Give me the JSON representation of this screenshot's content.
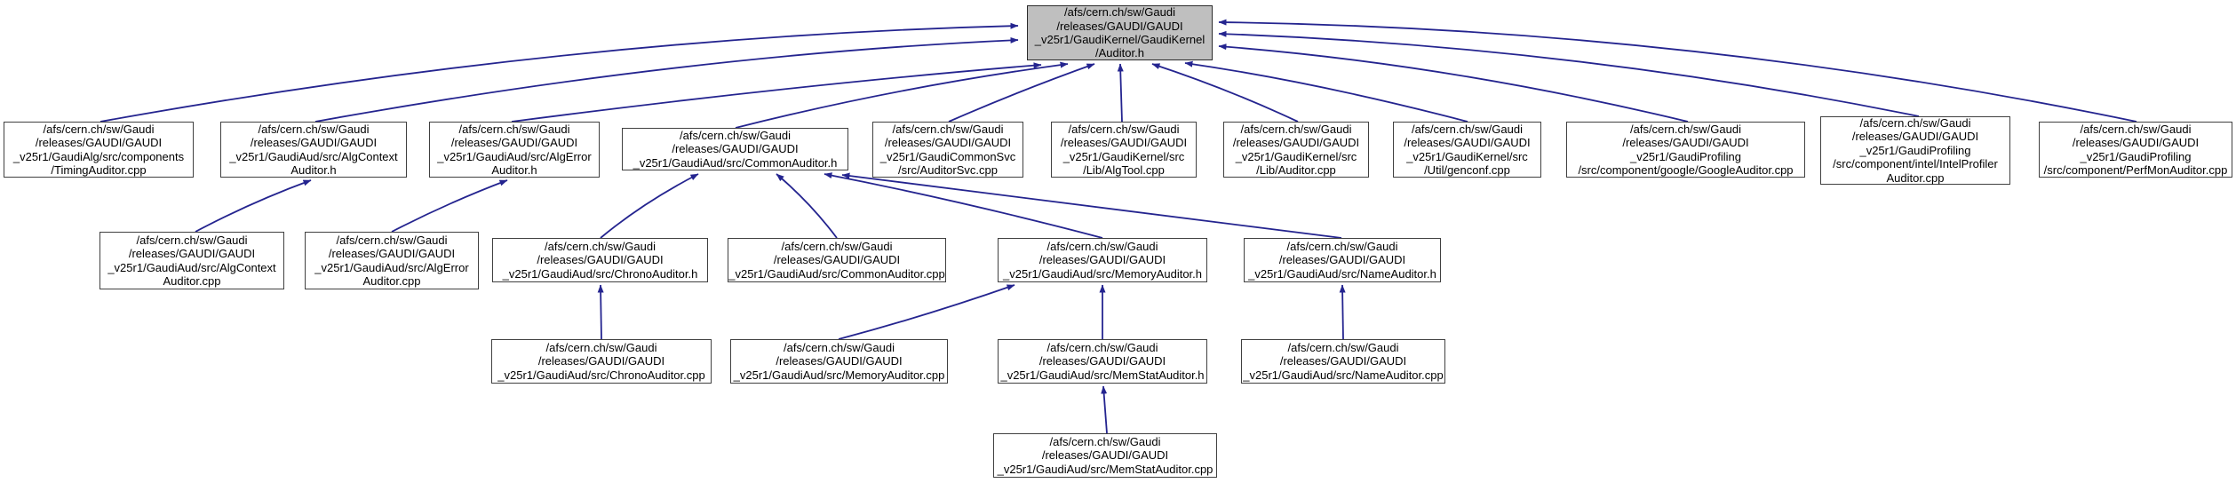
{
  "graph": {
    "type": "include-dependency-graph",
    "edge_color": "#24248f",
    "root_fill": "#bfbfbf",
    "node_fill": "#ffffff",
    "nodes": [
      {
        "id": "auditor-h",
        "label": "/afs/cern.ch/sw/Gaudi\n/releases/GAUDI/GAUDI\n_v25r1/GaudiKernel/GaudiKernel\n/Auditor.h"
      },
      {
        "id": "timing-auditor-cpp",
        "label": "/afs/cern.ch/sw/Gaudi\n/releases/GAUDI/GAUDI\n_v25r1/GaudiAlg/src/components\n/TimingAuditor.cpp"
      },
      {
        "id": "alg-context-auditor-h",
        "label": "/afs/cern.ch/sw/Gaudi\n/releases/GAUDI/GAUDI\n_v25r1/GaudiAud/src/AlgContext\nAuditor.h"
      },
      {
        "id": "alg-error-auditor-h",
        "label": "/afs/cern.ch/sw/Gaudi\n/releases/GAUDI/GAUDI\n_v25r1/GaudiAud/src/AlgError\nAuditor.h"
      },
      {
        "id": "common-auditor-h",
        "label": "/afs/cern.ch/sw/Gaudi\n/releases/GAUDI/GAUDI\n_v25r1/GaudiAud/src/CommonAuditor.h"
      },
      {
        "id": "auditor-svc-cpp",
        "label": "/afs/cern.ch/sw/Gaudi\n/releases/GAUDI/GAUDI\n_v25r1/GaudiCommonSvc\n/src/AuditorSvc.cpp"
      },
      {
        "id": "alg-tool-cpp",
        "label": "/afs/cern.ch/sw/Gaudi\n/releases/GAUDI/GAUDI\n_v25r1/GaudiKernel/src\n/Lib/AlgTool.cpp"
      },
      {
        "id": "auditor-cpp",
        "label": "/afs/cern.ch/sw/Gaudi\n/releases/GAUDI/GAUDI\n_v25r1/GaudiKernel/src\n/Lib/Auditor.cpp"
      },
      {
        "id": "genconf-cpp",
        "label": "/afs/cern.ch/sw/Gaudi\n/releases/GAUDI/GAUDI\n_v25r1/GaudiKernel/src\n/Util/genconf.cpp"
      },
      {
        "id": "google-auditor-cpp",
        "label": "/afs/cern.ch/sw/Gaudi\n/releases/GAUDI/GAUDI\n_v25r1/GaudiProfiling\n/src/component/google/GoogleAuditor.cpp"
      },
      {
        "id": "intel-profiler-auditor-cpp",
        "label": "/afs/cern.ch/sw/Gaudi\n/releases/GAUDI/GAUDI\n_v25r1/GaudiProfiling\n/src/component/intel/IntelProfiler\nAuditor.cpp"
      },
      {
        "id": "perf-mon-auditor-cpp",
        "label": "/afs/cern.ch/sw/Gaudi\n/releases/GAUDI/GAUDI\n_v25r1/GaudiProfiling\n/src/component/PerfMonAuditor.cpp"
      },
      {
        "id": "alg-context-auditor-cpp",
        "label": "/afs/cern.ch/sw/Gaudi\n/releases/GAUDI/GAUDI\n_v25r1/GaudiAud/src/AlgContext\nAuditor.cpp"
      },
      {
        "id": "alg-error-auditor-cpp",
        "label": "/afs/cern.ch/sw/Gaudi\n/releases/GAUDI/GAUDI\n_v25r1/GaudiAud/src/AlgError\nAuditor.cpp"
      },
      {
        "id": "chrono-auditor-h",
        "label": "/afs/cern.ch/sw/Gaudi\n/releases/GAUDI/GAUDI\n_v25r1/GaudiAud/src/ChronoAuditor.h"
      },
      {
        "id": "common-auditor-cpp",
        "label": "/afs/cern.ch/sw/Gaudi\n/releases/GAUDI/GAUDI\n_v25r1/GaudiAud/src/CommonAuditor.cpp"
      },
      {
        "id": "memory-auditor-h",
        "label": "/afs/cern.ch/sw/Gaudi\n/releases/GAUDI/GAUDI\n_v25r1/GaudiAud/src/MemoryAuditor.h"
      },
      {
        "id": "name-auditor-h",
        "label": "/afs/cern.ch/sw/Gaudi\n/releases/GAUDI/GAUDI\n_v25r1/GaudiAud/src/NameAuditor.h"
      },
      {
        "id": "chrono-auditor-cpp",
        "label": "/afs/cern.ch/sw/Gaudi\n/releases/GAUDI/GAUDI\n_v25r1/GaudiAud/src/ChronoAuditor.cpp"
      },
      {
        "id": "memory-auditor-cpp",
        "label": "/afs/cern.ch/sw/Gaudi\n/releases/GAUDI/GAUDI\n_v25r1/GaudiAud/src/MemoryAuditor.cpp"
      },
      {
        "id": "mem-stat-auditor-h",
        "label": "/afs/cern.ch/sw/Gaudi\n/releases/GAUDI/GAUDI\n_v25r1/GaudiAud/src/MemStatAuditor.h"
      },
      {
        "id": "name-auditor-cpp",
        "label": "/afs/cern.ch/sw/Gaudi\n/releases/GAUDI/GAUDI\n_v25r1/GaudiAud/src/NameAuditor.cpp"
      },
      {
        "id": "mem-stat-auditor-cpp",
        "label": "/afs/cern.ch/sw/Gaudi\n/releases/GAUDI/GAUDI\n_v25r1/GaudiAud/src/MemStatAuditor.cpp"
      }
    ],
    "edges": [
      {
        "from": "timing-auditor-cpp",
        "to": "auditor-h"
      },
      {
        "from": "alg-context-auditor-h",
        "to": "auditor-h"
      },
      {
        "from": "alg-error-auditor-h",
        "to": "auditor-h"
      },
      {
        "from": "common-auditor-h",
        "to": "auditor-h"
      },
      {
        "from": "auditor-svc-cpp",
        "to": "auditor-h"
      },
      {
        "from": "alg-tool-cpp",
        "to": "auditor-h"
      },
      {
        "from": "auditor-cpp",
        "to": "auditor-h"
      },
      {
        "from": "genconf-cpp",
        "to": "auditor-h"
      },
      {
        "from": "google-auditor-cpp",
        "to": "auditor-h"
      },
      {
        "from": "intel-profiler-auditor-cpp",
        "to": "auditor-h"
      },
      {
        "from": "perf-mon-auditor-cpp",
        "to": "auditor-h"
      },
      {
        "from": "alg-context-auditor-cpp",
        "to": "alg-context-auditor-h"
      },
      {
        "from": "alg-error-auditor-cpp",
        "to": "alg-error-auditor-h"
      },
      {
        "from": "chrono-auditor-h",
        "to": "common-auditor-h"
      },
      {
        "from": "common-auditor-cpp",
        "to": "common-auditor-h"
      },
      {
        "from": "memory-auditor-h",
        "to": "common-auditor-h"
      },
      {
        "from": "name-auditor-h",
        "to": "common-auditor-h"
      },
      {
        "from": "chrono-auditor-cpp",
        "to": "chrono-auditor-h"
      },
      {
        "from": "memory-auditor-cpp",
        "to": "memory-auditor-h"
      },
      {
        "from": "mem-stat-auditor-h",
        "to": "memory-auditor-h"
      },
      {
        "from": "name-auditor-cpp",
        "to": "name-auditor-h"
      },
      {
        "from": "mem-stat-auditor-cpp",
        "to": "mem-stat-auditor-h"
      }
    ]
  }
}
